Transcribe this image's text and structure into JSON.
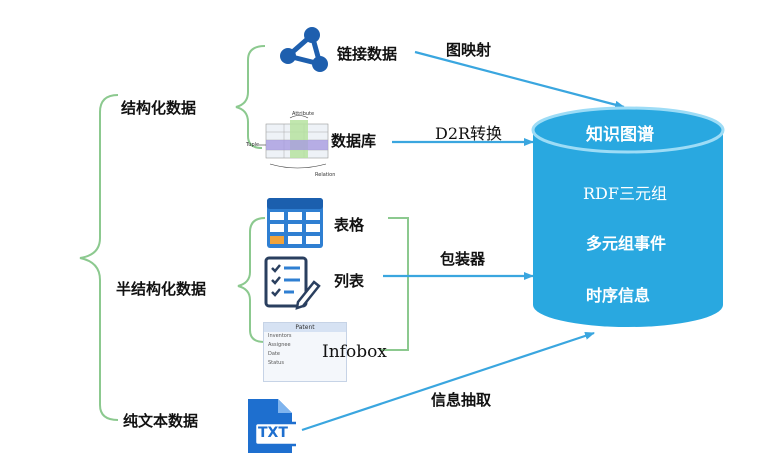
{
  "categories": {
    "structured": "结构化数据",
    "semi_structured": "半结构化数据",
    "plain_text": "纯文本数据"
  },
  "sources": {
    "linked_data": "链接数据",
    "database": "数据库",
    "table": "表格",
    "list": "列表",
    "infobox": "Infobox",
    "txt_icon_label": "TXT"
  },
  "database_figure": {
    "attribute": "Attribute",
    "tuple": "Tuple",
    "relation": "Relation"
  },
  "infobox_figure": {
    "title": "Patent",
    "rows": [
      "Inventors",
      "Assignee",
      "Date",
      "Status"
    ]
  },
  "arrows": {
    "graph_mapping": "图映射",
    "d2r": "D2R转换",
    "wrapper": "包装器",
    "extraction": "信息抽取"
  },
  "knowledge_graph": {
    "title": "知识图谱",
    "items": [
      "RDF三元组",
      "多元组事件",
      "时序信息"
    ]
  },
  "colors": {
    "cylinder": "#29a8e0",
    "cylinder_top": "#6ec9f0",
    "arrow": "#3aa6df",
    "bracket": "#8cc98f",
    "icon_blue": "#1e5fae"
  }
}
